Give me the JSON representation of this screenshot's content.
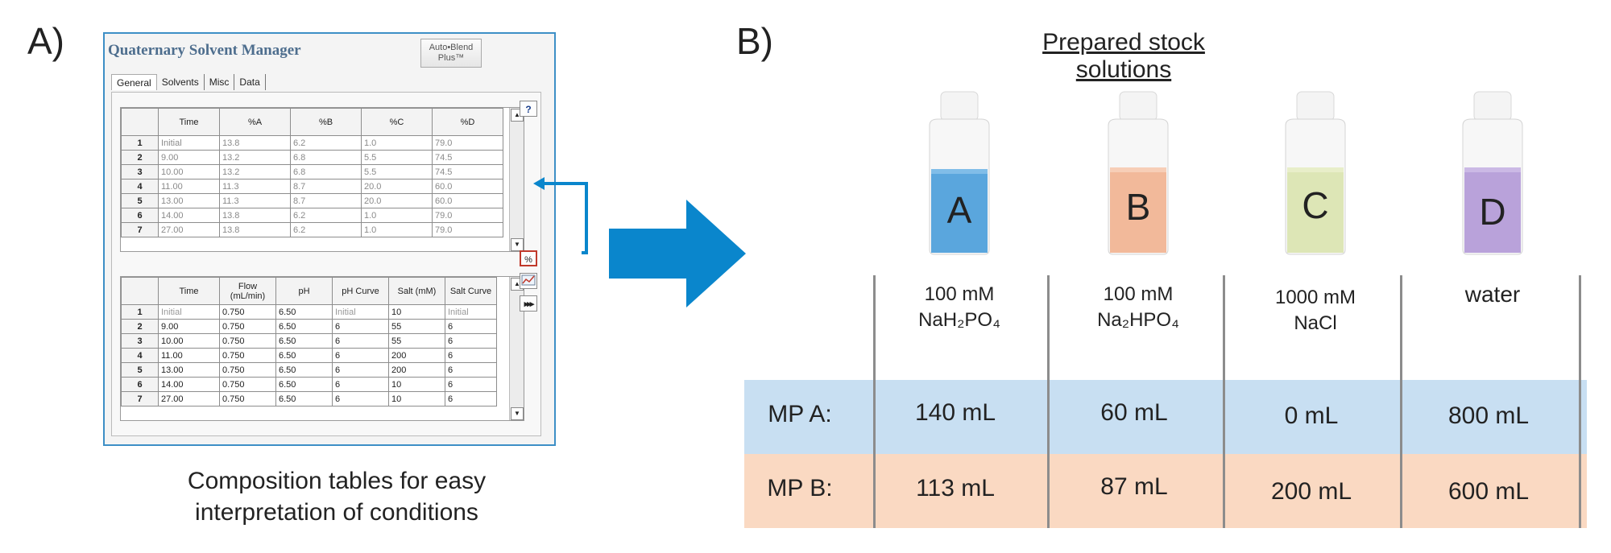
{
  "panel_a": {
    "letter": "A)",
    "window_title": "Quaternary Solvent Manager",
    "autoblend_label": "Auto•Blend",
    "autoblend_sub": "Plus™",
    "tabs": [
      "General",
      "Solvents",
      "Misc",
      "Data"
    ],
    "table1": {
      "headers": [
        "Time",
        "%A",
        "%B",
        "%C",
        "%D"
      ],
      "rows": [
        [
          "1",
          "Initial",
          "13.8",
          "6.2",
          "1.0",
          "79.0"
        ],
        [
          "2",
          "9.00",
          "13.2",
          "6.8",
          "5.5",
          "74.5"
        ],
        [
          "3",
          "10.00",
          "13.2",
          "6.8",
          "5.5",
          "74.5"
        ],
        [
          "4",
          "11.00",
          "11.3",
          "8.7",
          "20.0",
          "60.0"
        ],
        [
          "5",
          "13.00",
          "11.3",
          "8.7",
          "20.0",
          "60.0"
        ],
        [
          "6",
          "14.00",
          "13.8",
          "6.2",
          "1.0",
          "79.0"
        ],
        [
          "7",
          "27.00",
          "13.8",
          "6.2",
          "1.0",
          "79.0"
        ]
      ]
    },
    "table2": {
      "headers": [
        "Time",
        "Flow (mL/min)",
        "pH",
        "pH Curve",
        "Salt (mM)",
        "Salt Curve"
      ],
      "rows": [
        [
          "1",
          "Initial",
          "0.750",
          "6.50",
          "Initial",
          "10",
          "Initial"
        ],
        [
          "2",
          "9.00",
          "0.750",
          "6.50",
          "6",
          "55",
          "6"
        ],
        [
          "3",
          "10.00",
          "0.750",
          "6.50",
          "6",
          "55",
          "6"
        ],
        [
          "4",
          "11.00",
          "0.750",
          "6.50",
          "6",
          "200",
          "6"
        ],
        [
          "5",
          "13.00",
          "0.750",
          "6.50",
          "6",
          "200",
          "6"
        ],
        [
          "6",
          "14.00",
          "0.750",
          "6.50",
          "6",
          "10",
          "6"
        ],
        [
          "7",
          "27.00",
          "0.750",
          "6.50",
          "6",
          "10",
          "6"
        ]
      ]
    },
    "side_buttons": {
      "help": "?",
      "percent": "%",
      "fast_forward": "▸▸▸"
    },
    "caption_line1": "Composition tables for easy",
    "caption_line2": "interpretation of conditions"
  },
  "panel_b": {
    "letter": "B)",
    "title": "Prepared stock solutions",
    "bottles": [
      {
        "letter": "A",
        "color": "#5aa6dd",
        "line1": "100 mM",
        "line2": "NaH₂PO₄"
      },
      {
        "letter": "B",
        "color": "#f2b99a",
        "line1": "100 mM",
        "line2": "Na₂HPO₄"
      },
      {
        "letter": "C",
        "color": "#dde6b6",
        "line1": "1000 mM",
        "line2": "NaCl"
      },
      {
        "letter": "D",
        "color": "#b9a2da",
        "line1": "water",
        "line2": ""
      }
    ],
    "rows": [
      {
        "label": "MP A:",
        "values": [
          "140 mL",
          "60 mL",
          "0 mL",
          "800 mL"
        ],
        "color": "#c8dff2"
      },
      {
        "label": "MP B:",
        "values": [
          "113 mL",
          "87 mL",
          "200 mL",
          "600 mL"
        ],
        "color": "#fad9c2"
      }
    ]
  },
  "colors": {
    "arrow": "#0a86cc",
    "window_border": "#3d8fc6"
  }
}
